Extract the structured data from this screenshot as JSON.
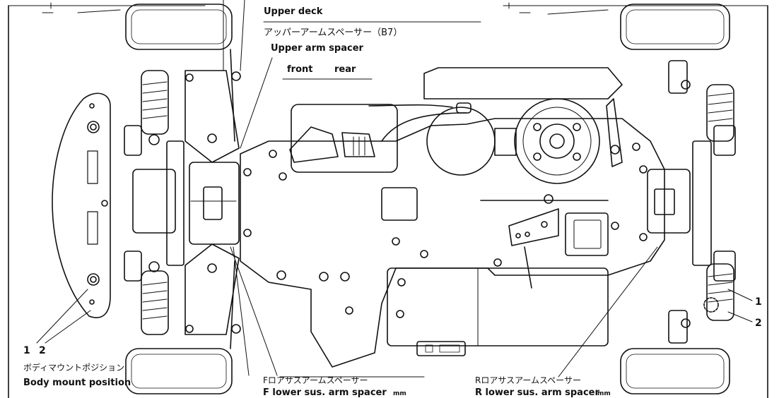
{
  "upper_deck": {
    "en": "Upper deck"
  },
  "upper_arm_spacer": {
    "jp": "アッパーアームスペーサー（B7）",
    "en": "Upper arm spacer",
    "front": "front",
    "rear": "rear"
  },
  "body_mount": {
    "pos1": "1",
    "pos2": "2",
    "jp": "ボディマウントポジション",
    "en": "Body mount position"
  },
  "rear_mount": {
    "pos1": "1",
    "pos2": "2"
  },
  "f_lower_spacer": {
    "jp": "Fロアサスアームスペーサー",
    "en": "F lower sus. arm spacer",
    "unit": "mm"
  },
  "r_lower_spacer": {
    "jp": "Rロアサスアームスペーサー",
    "en": "R lower sus. arm spacer",
    "unit": "mm"
  }
}
